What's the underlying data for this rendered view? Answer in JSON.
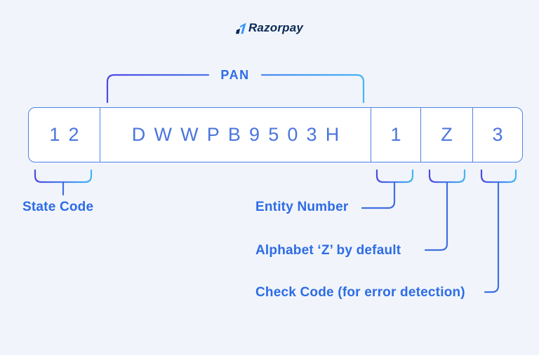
{
  "brand": {
    "name": "Razorpay"
  },
  "diagram": {
    "pan_label": "PAN",
    "full_value": "12DWWPB9503H1Z3",
    "segments": [
      {
        "value": "12",
        "meaning": "State Code"
      },
      {
        "value": "DWWPB9503H",
        "meaning": "PAN"
      },
      {
        "value": "1",
        "meaning": "Entity Number"
      },
      {
        "value": "Z",
        "meaning": "Alphabet ‘Z’ by default"
      },
      {
        "value": "3",
        "meaning": "Check Code (for error detection)"
      }
    ],
    "callouts": [
      {
        "text": "State Code"
      },
      {
        "text": "Entity Number"
      },
      {
        "text": "Alphabet ‘Z’ by default"
      },
      {
        "text": "Check Code (for error detection)"
      }
    ],
    "colors": {
      "background": "#f1f5fb",
      "box_border": "#5181e4",
      "box_text": "#4a75dc",
      "label_text": "#2d6ce6",
      "bracket_gradient_start": "#4d49e2",
      "bracket_gradient_end": "#45b4f6",
      "connector": "#3e6fe0",
      "logo_navy": "#072654",
      "logo_blue": "#3395ff"
    }
  }
}
